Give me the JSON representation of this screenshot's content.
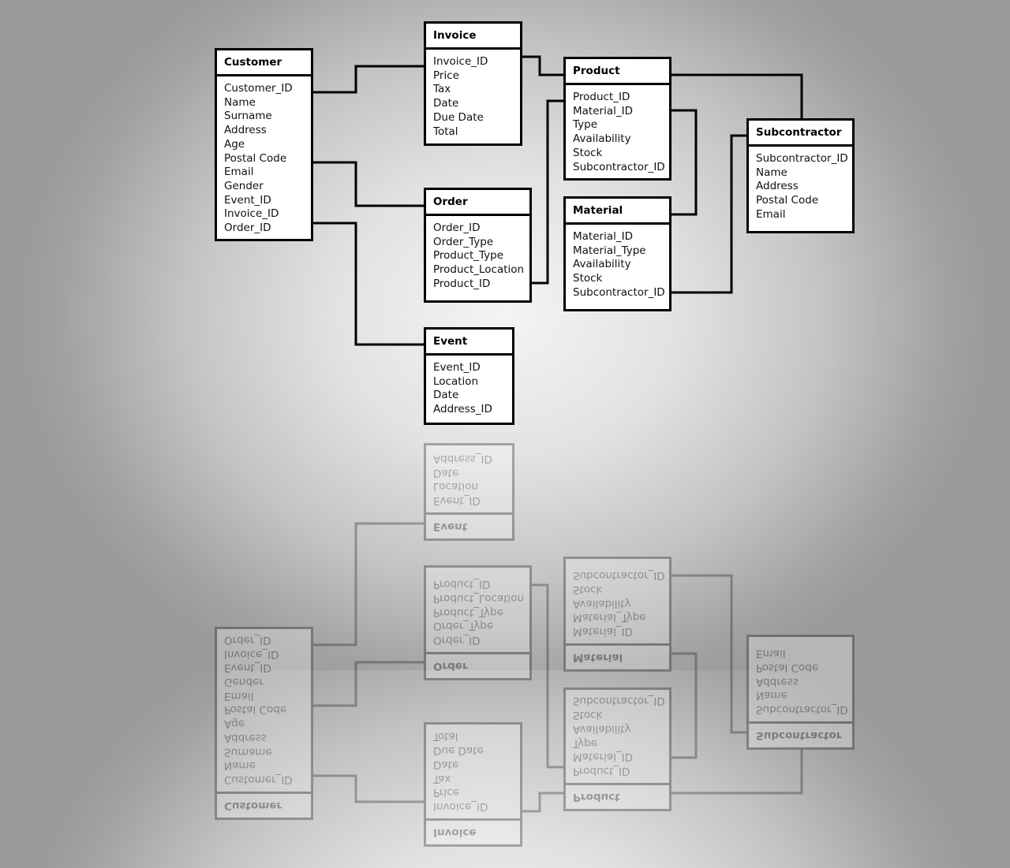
{
  "diagram": {
    "type": "entity-relationship",
    "entities": [
      {
        "id": "customer",
        "title": "Customer",
        "fields": [
          "Customer_ID",
          "Name",
          "Surname",
          "Address",
          "Age",
          "Postal Code",
          "Email",
          "Gender",
          "Event_ID",
          "Invoice_ID",
          "Order_ID"
        ]
      },
      {
        "id": "invoice",
        "title": "Invoice",
        "fields": [
          "Invoice_ID",
          "Price",
          "Tax",
          "Date",
          "Due Date",
          "Total"
        ]
      },
      {
        "id": "order",
        "title": "Order",
        "fields": [
          "Order_ID",
          "Order_Type",
          "Product_Type",
          "Product_Location",
          "Product_ID"
        ]
      },
      {
        "id": "event",
        "title": "Event",
        "fields": [
          "Event_ID",
          "Location",
          "Date",
          "Address_ID"
        ]
      },
      {
        "id": "product",
        "title": "Product",
        "fields": [
          "Product_ID",
          "Material_ID",
          "Type",
          "Availability",
          "Stock",
          "Subcontractor_ID"
        ]
      },
      {
        "id": "material",
        "title": "Material",
        "fields": [
          "Material_ID",
          "Material_Type",
          "Availability",
          "Stock",
          "Subcontractor_ID"
        ]
      },
      {
        "id": "subcontractor",
        "title": "Subcontractor",
        "fields": [
          "Subcontractor_ID",
          "Name",
          "Address",
          "Postal Code",
          "Email"
        ]
      }
    ],
    "relationships": [
      {
        "from": "Customer",
        "to": "Invoice"
      },
      {
        "from": "Customer",
        "to": "Order"
      },
      {
        "from": "Customer",
        "to": "Event"
      },
      {
        "from": "Invoice",
        "to": "Product"
      },
      {
        "from": "Order",
        "to": "Product"
      },
      {
        "from": "Product",
        "to": "Material"
      },
      {
        "from": "Product",
        "to": "Subcontractor"
      },
      {
        "from": "Material",
        "to": "Subcontractor"
      }
    ],
    "colors": {
      "box_fill": "#ffffff",
      "stroke": "#000000",
      "background_center": "#f4f4f4",
      "background_edge": "#9a9a9a"
    }
  }
}
